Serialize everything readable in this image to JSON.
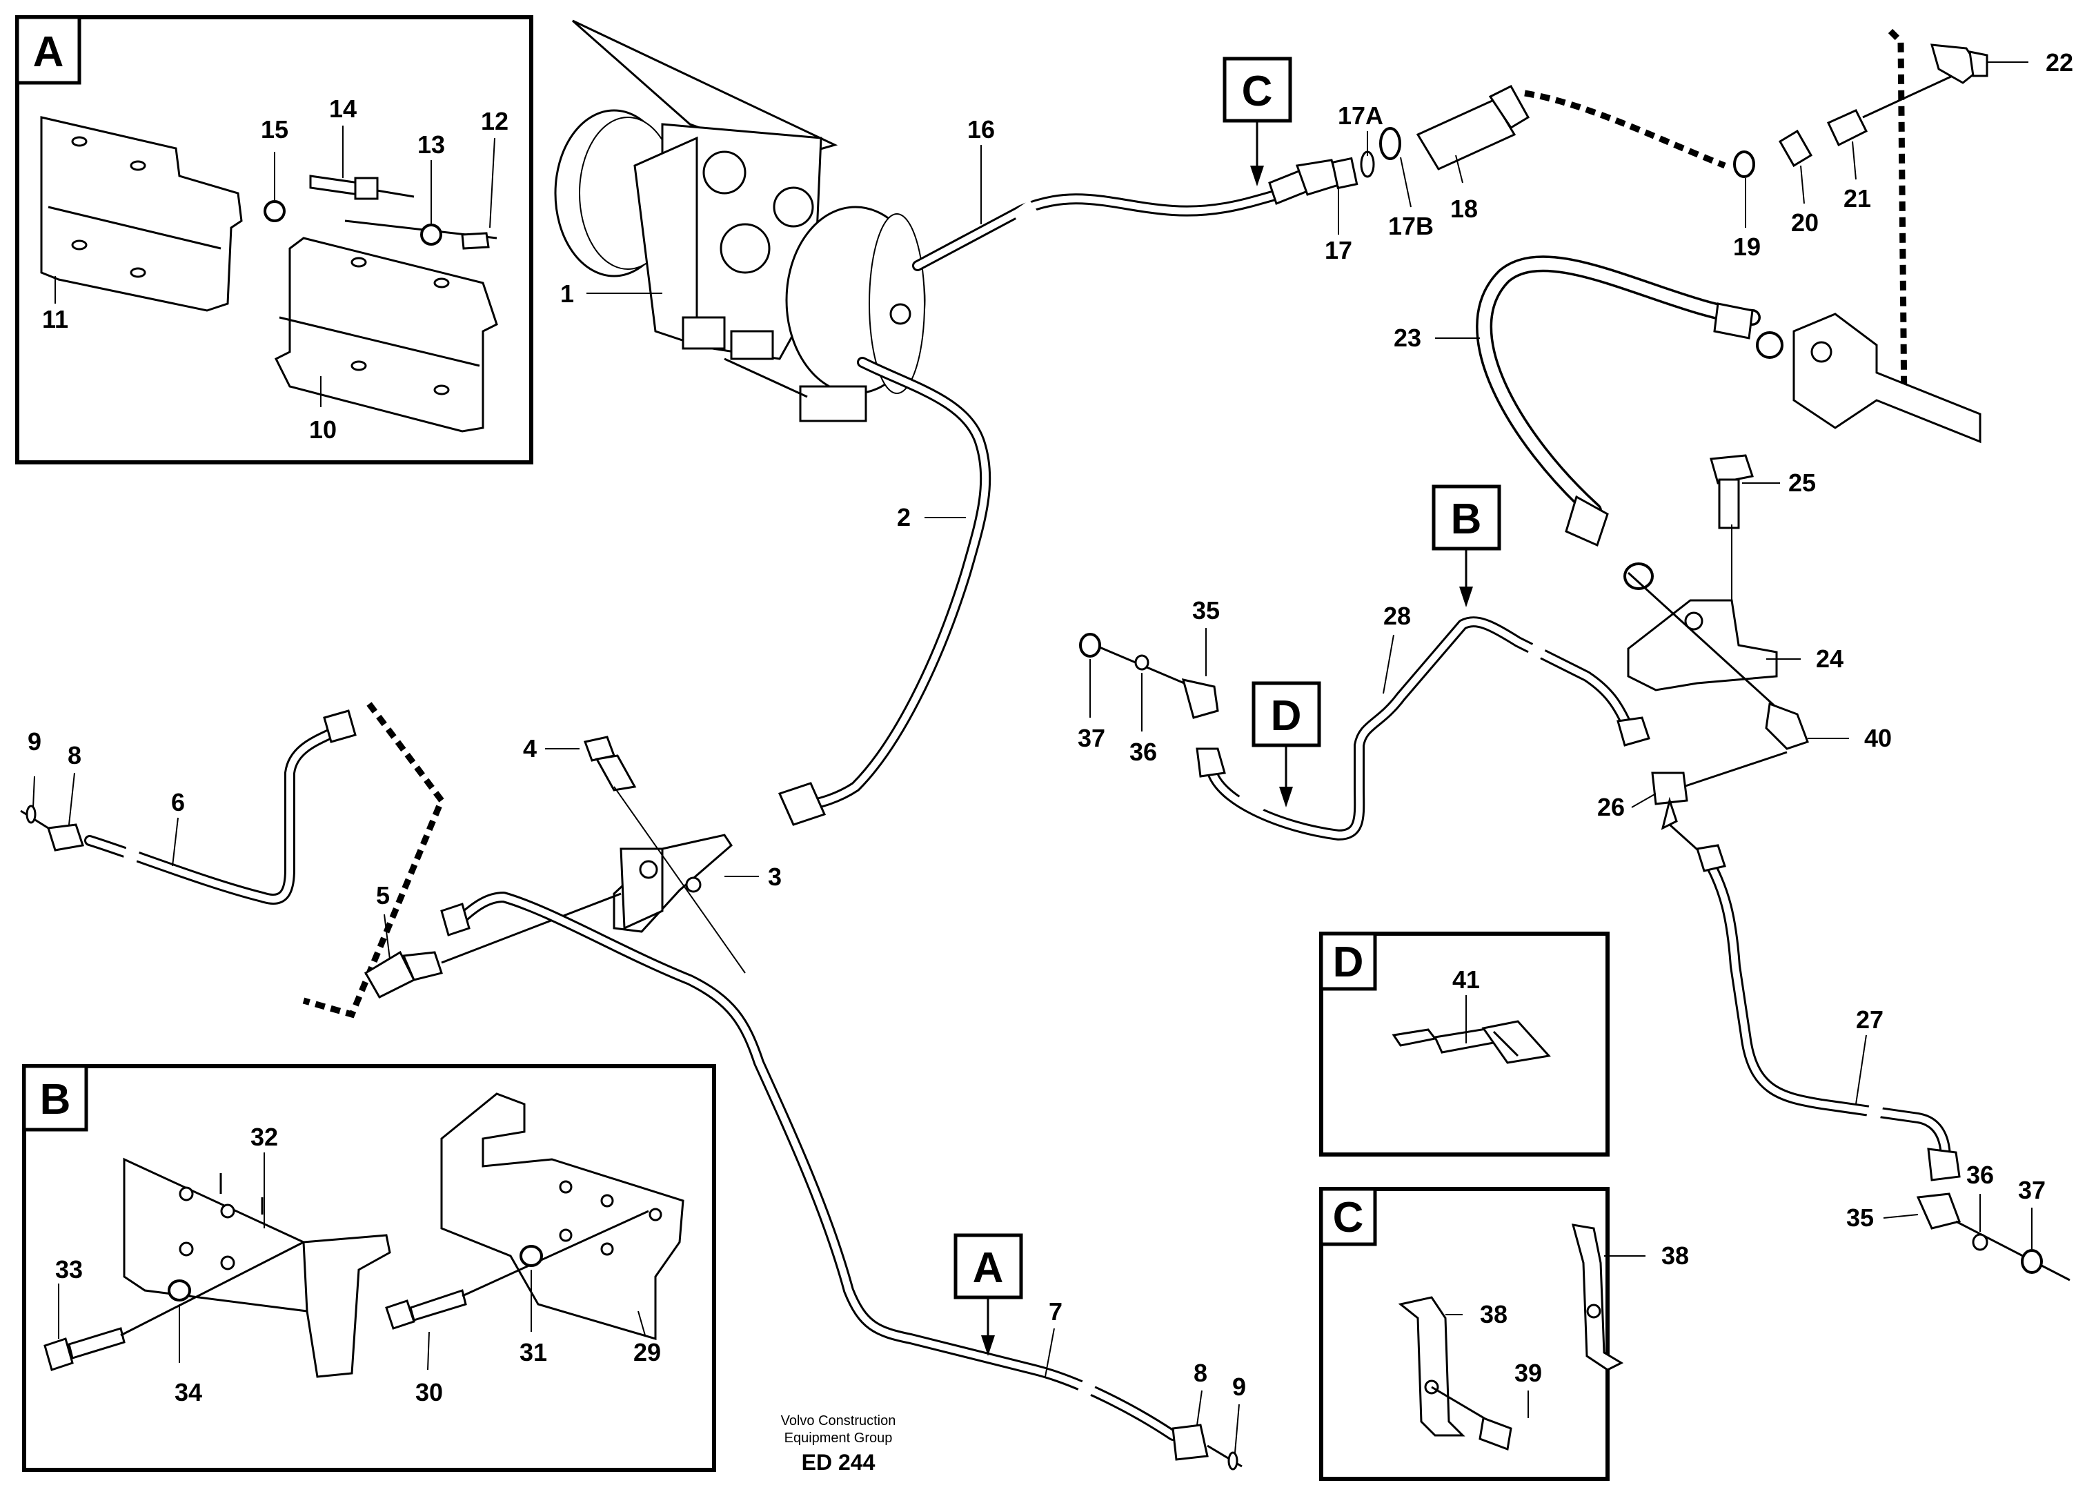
{
  "detail_boxes": {
    "A": "A",
    "B": "B",
    "C": "C",
    "D": "D"
  },
  "section_callouts": {
    "A": "A",
    "B": "B",
    "C": "C",
    "D": "D"
  },
  "part_labels": {
    "p1": "1",
    "p2": "2",
    "p3": "3",
    "p4": "4",
    "p5": "5",
    "p6": "6",
    "p7": "7",
    "p8a": "8",
    "p8b": "8",
    "p9a": "9",
    "p9b": "9",
    "p10": "10",
    "p11": "11",
    "p12": "12",
    "p13": "13",
    "p14": "14",
    "p15": "15",
    "p16": "16",
    "p17": "17",
    "p17A": "17A",
    "p17B": "17B",
    "p18": "18",
    "p19": "19",
    "p20": "20",
    "p21": "21",
    "p22": "22",
    "p23": "23",
    "p24": "24",
    "p25": "25",
    "p26": "26",
    "p27": "27",
    "p28": "28",
    "p29": "29",
    "p30": "30",
    "p31": "31",
    "p32": "32",
    "p33": "33",
    "p34": "34",
    "p35a": "35",
    "p35b": "35",
    "p36a": "36",
    "p36b": "36",
    "p37a": "37",
    "p37b": "37",
    "p38a": "38",
    "p38b": "38",
    "p39": "39",
    "p40": "40",
    "p41": "41"
  },
  "footer": {
    "company_line1": "Volvo Construction",
    "company_line2": "Equipment Group",
    "drawing_code": "ED 244"
  }
}
